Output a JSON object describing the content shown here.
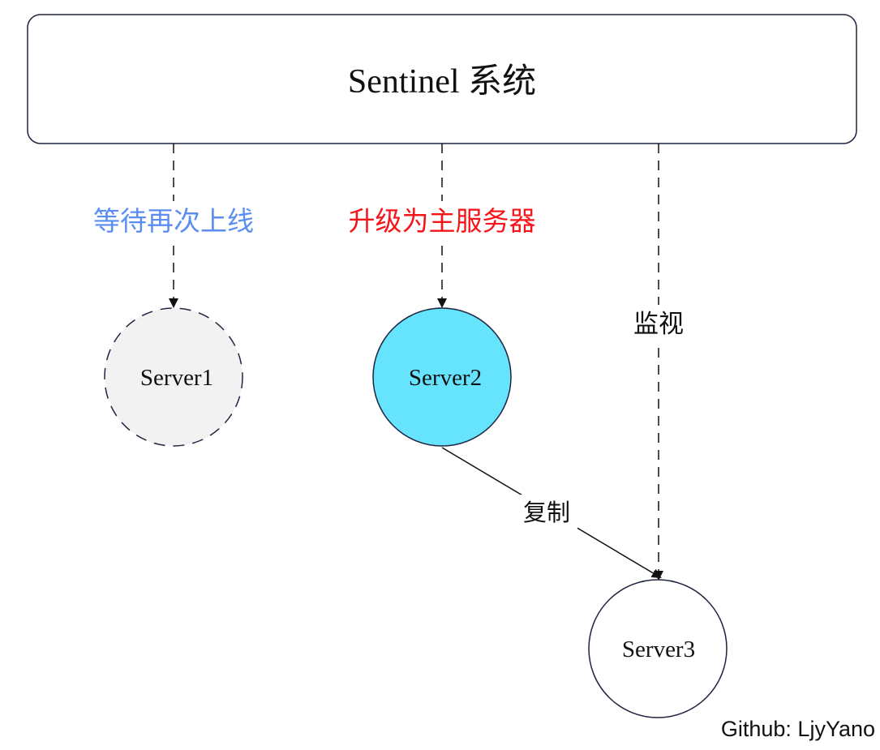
{
  "system": {
    "title": "Sentinel 系统"
  },
  "edges": {
    "server1_label": "等待再次上线",
    "server2_label": "升级为主服务器",
    "server3_label": "监视",
    "replication_label": "复制"
  },
  "nodes": {
    "server1": "Server1",
    "server2": "Server2",
    "server3": "Server3"
  },
  "watermark": "Github: LjyYano",
  "colors": {
    "server1_fill": "#f2f2f2",
    "server2_fill": "#66e4fd",
    "server3_fill": "#ffffff",
    "stroke": "#1f2440",
    "label_blue": "#5b8ef0",
    "label_red": "#f5141a",
    "text": "#111111"
  }
}
